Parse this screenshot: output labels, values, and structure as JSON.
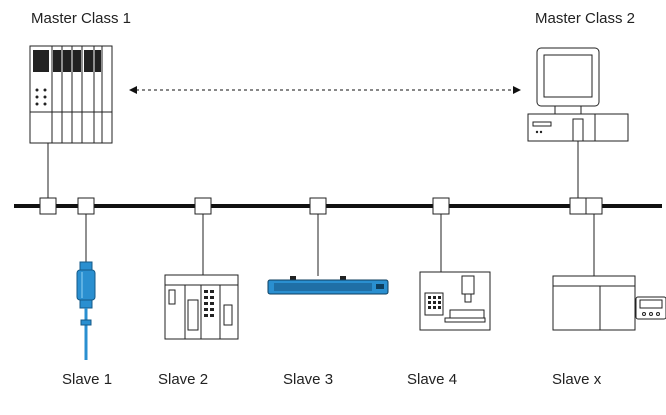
{
  "masters": {
    "class1_label": "Master Class 1",
    "class2_label": "Master Class 2"
  },
  "slaves": [
    {
      "label": "Slave 1"
    },
    {
      "label": "Slave 2"
    },
    {
      "label": "Slave 3"
    },
    {
      "label": "Slave 4"
    },
    {
      "label": "Slave x"
    }
  ],
  "icons": {
    "master1": "plc-rack-icon",
    "master2": "computer-workstation-icon",
    "slave1": "sensor-probe-icon",
    "slave2": "control-cabinet-icon",
    "slave3": "drive-unit-icon",
    "slave4": "machine-tool-icon",
    "slavex": "io-module-icon"
  },
  "colors": {
    "accent": "#2a8fd0",
    "line": "#111111"
  }
}
